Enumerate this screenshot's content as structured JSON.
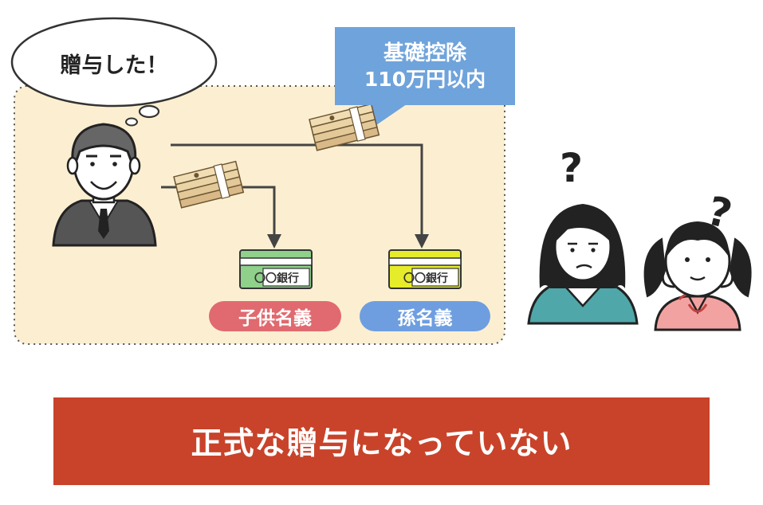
{
  "speech_bubble": {
    "text": "贈与した！"
  },
  "deduction_note": {
    "line1": "基礎控除",
    "line2": "110万円以内"
  },
  "banks": {
    "child_bank_label": "〇〇銀行",
    "grandchild_bank_label": "〇〇銀行"
  },
  "accounts": {
    "child_label": "子供名義",
    "grandchild_label": "孫名義"
  },
  "question_marks": {
    "mother": "?",
    "girl": "?"
  },
  "banner": {
    "text": "正式な贈与になっていない"
  },
  "colors": {
    "dotted_area_fill": "#fcefd1",
    "deduction_box": "#6fa3db",
    "child_pill": "#e06a6f",
    "grandchild_pill": "#6e9ee0",
    "child_card": "#8fd08a",
    "grandchild_card": "#e6ec2a",
    "banner": "#c8432a"
  }
}
